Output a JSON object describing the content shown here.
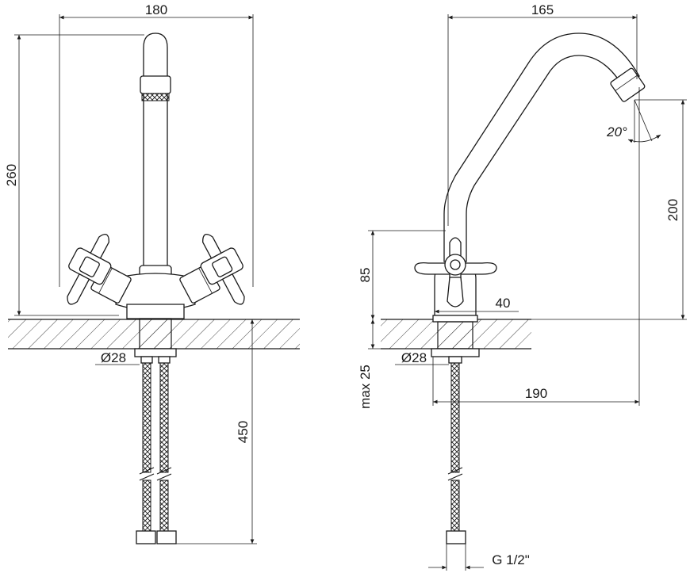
{
  "dimensions": {
    "front_width": "180",
    "front_height": "260",
    "front_base_diameter": "Ø28",
    "front_hose_length": "450",
    "side_width": "165",
    "side_spout_height": "200",
    "side_body_height": "85",
    "side_body_depth": "40",
    "side_base_diameter": "Ø28",
    "side_max_thickness": "max 25",
    "side_reach": "190",
    "side_angle": "20°",
    "side_thread": "G 1/2\""
  },
  "colors": {
    "line": "#1a1a1a",
    "background": "#ffffff"
  }
}
